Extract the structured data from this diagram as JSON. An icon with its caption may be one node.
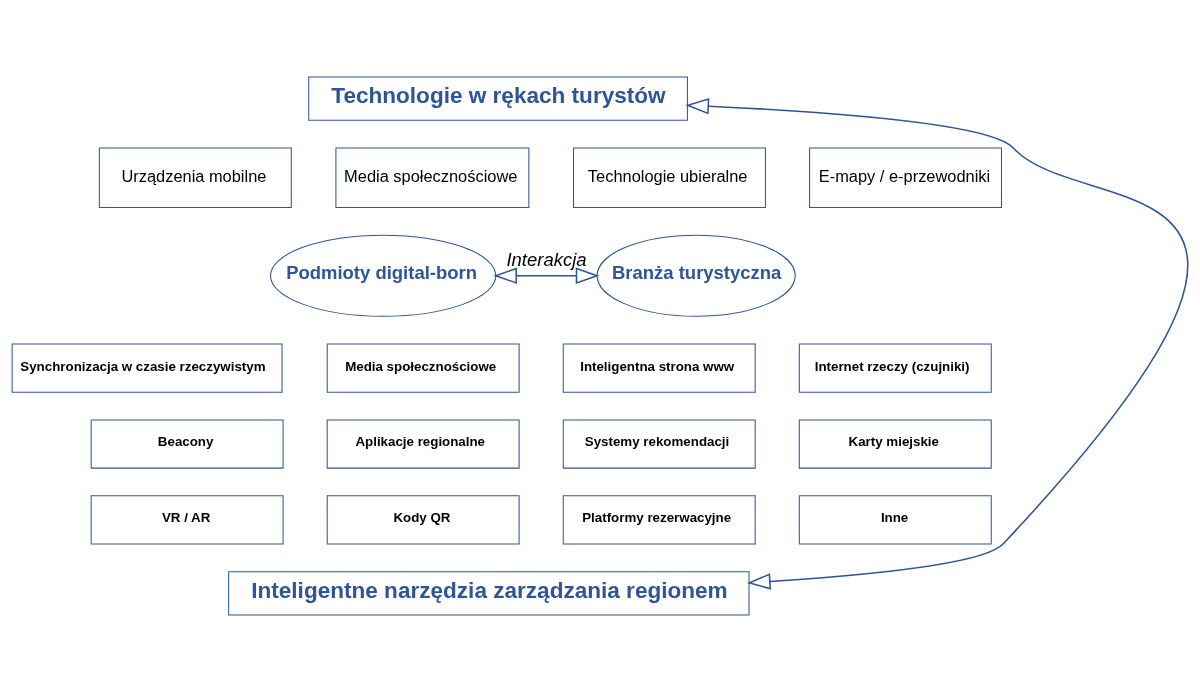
{
  "diagram": {
    "nodes": [
      {
        "text": [
          "Technologie w rękach turystów"
        ]
      },
      {
        "text": [
          "Urządzenia mobilne"
        ]
      },
      {
        "text": [
          "Media społecznościowe"
        ]
      },
      {
        "text": [
          "Technologie ubieralne"
        ]
      },
      {
        "text": [
          "E-mapy / e-przewodniki"
        ]
      },
      {
        "text": [
          "Podmioty digital-born"
        ]
      },
      {
        "text": [
          "Branża turystyczna"
        ]
      },
      {
        "text": [
          "Synchronizacja w czasie rzeczywistym"
        ]
      },
      {
        "text": [
          "Media społecznościowe"
        ]
      },
      {
        "text": [
          "Inteligentna strona www"
        ]
      },
      {
        "text": [
          "Internet rzeczy (czujniki)"
        ]
      },
      {
        "text": [
          "Beacony"
        ]
      },
      {
        "text": [
          "Aplikacje regionalne"
        ]
      },
      {
        "text": [
          "Systemy rekomendacji"
        ]
      },
      {
        "text": [
          "Karty miejskie"
        ]
      },
      {
        "text": [
          "VR / AR"
        ]
      },
      {
        "text": [
          "Kody QR"
        ]
      },
      {
        "text": [
          "Platformy rezerwacyjne"
        ]
      },
      {
        "text": [
          "Inne"
        ]
      },
      {
        "text": [
          "Inteligentne narzędzia zarządzania regionem"
        ]
      }
    ],
    "edges": [
      {
        "from": 5,
        "to": 6,
        "arrow": "both",
        "label": "Interakcja"
      },
      {
        "from": 0,
        "to": 19,
        "arrow": "both"
      }
    ]
  }
}
